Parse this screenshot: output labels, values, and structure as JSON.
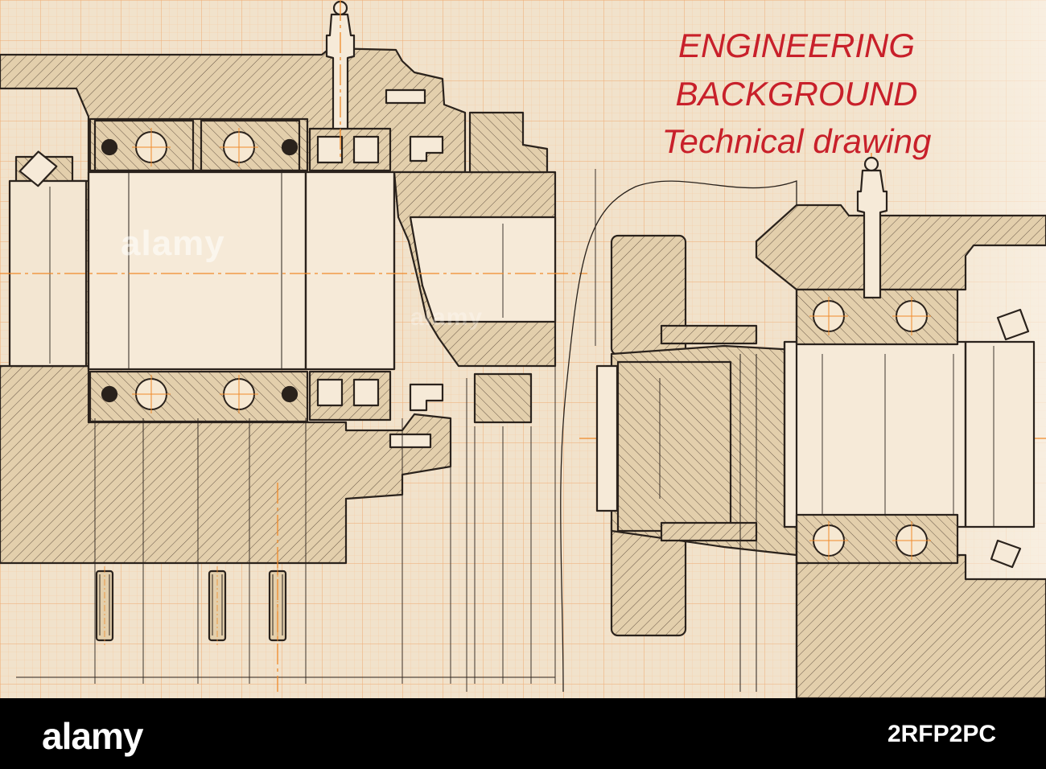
{
  "headline": {
    "line1": "ENGINEERING",
    "line2": "BACKGROUND",
    "line3": "Technical drawing"
  },
  "watermark": {
    "text": "alamy"
  },
  "footer": {
    "brand": "alamy",
    "image_id": "2RFP2PC"
  },
  "colors": {
    "paper": "#f1e2cb",
    "section_fill": "#e3cfac",
    "ink": "#2a221c",
    "grid": "#f3b98a",
    "centerline": "#f08a2a",
    "headline": "#c8202a",
    "footer_bg": "#000000"
  },
  "icons": [
    "ball-bearing-icon",
    "gear-section-icon",
    "grease-nipple-icon",
    "bolt-icon"
  ]
}
